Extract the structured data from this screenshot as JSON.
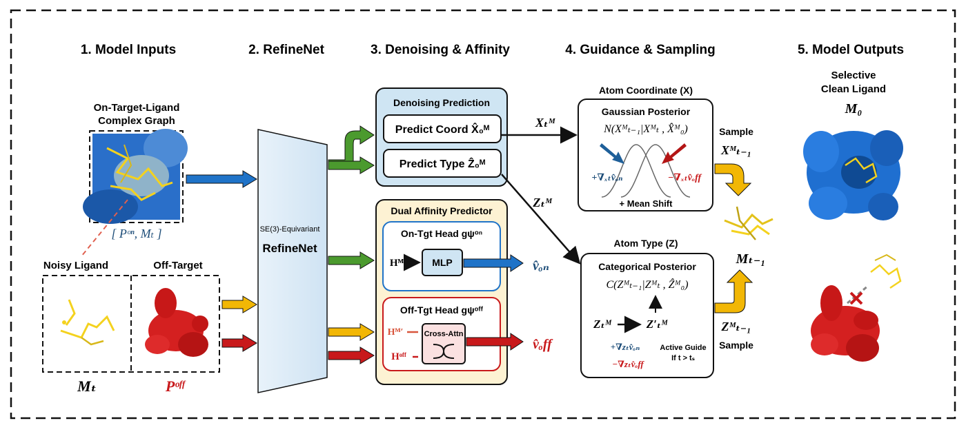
{
  "stages": {
    "s1": "1. Model Inputs",
    "s2": "2. RefineNet",
    "s3": "3. Denoising & Affinity",
    "s4": "4. Guidance & Sampling",
    "s5": "5. Model Outputs"
  },
  "inputs": {
    "complex_title_1": "On-Target-Ligand",
    "complex_title_2": "Complex Graph",
    "complex_label": "[ Pᵒⁿ, Mₜ ]",
    "noisy_title": "Noisy Ligand",
    "offtarget_title": "Off-Target",
    "noisy_label": "Mₜ",
    "offtarget_label": "Pᵒᶠᶠ"
  },
  "refinenet": {
    "subtitle": "SE(3)-Equivariant",
    "title": "RefineNet"
  },
  "denoising": {
    "title": "Denoising Prediction",
    "coord": "Predict Coord X̂₀ᴹ",
    "type": "Predict Type Ẑ₀ᴹ"
  },
  "affinity": {
    "title": "Dual Affinity Predictor",
    "on_head": "On-Tgt Head gψᵒⁿ",
    "off_head": "Off-Tgt Head gψᵒᶠᶠ",
    "on_input": "Hᴹ",
    "mlp": "MLP",
    "on_output": "v̂ₒₙ",
    "off_input_m": "Hᴹ′",
    "off_input_off": "Hᵒᶠᶠ",
    "cross_attn": "Cross-Attn",
    "off_output": "v̂ₒff"
  },
  "guidance": {
    "coord_title": "Atom Coordinate (X)",
    "gauss_title": "Gaussian Posterior",
    "gauss_formula": "N(Xᴹₜ₋₁|Xᴹₜ , X̂ᴹ₀)",
    "grad_on": "+∇ₓₜv̂ₒₙ",
    "grad_off": "−∇ₓₜv̂ₒff",
    "mean_shift": "+ Mean Shift",
    "xt_label": "Xₜᴹ",
    "zt_label": "Zₜᴹ",
    "type_title": "Atom Type (Z)",
    "cat_title": "Categorical Posterior",
    "cat_formula": "C(Zᴹₜ₋₁|Zᴹₜ , Ẑᴹ₀)",
    "z_from": "Zₜᴹ",
    "z_to": "Z′ₜᴹ",
    "z_grad_on": "+∇zₜv̂ₒₙ",
    "z_grad_off": "−∇zₜv̂ₒff",
    "active_guide_1": "Active Guide",
    "active_guide_2": "If t > tₛ"
  },
  "sampling": {
    "sample_top": "Sample",
    "x_next": "Xᴹₜ₋₁",
    "m_next": "Mₜ₋₁",
    "z_next": "Zᴹₜ₋₁",
    "sample_bottom": "Sample"
  },
  "outputs": {
    "title_1": "Selective",
    "title_2": "Clean Ligand",
    "m0": "M₀"
  },
  "colors": {
    "blue": "#1f73c8",
    "red": "#c8191b",
    "green": "#4b9a2e",
    "yellow": "#f2b705",
    "navy": "#1e4e79",
    "light_blue_fill": "#cfe5f3",
    "light_yellow_fill": "#fdf2d3",
    "refinenet_fill": "#dbeaf5"
  }
}
